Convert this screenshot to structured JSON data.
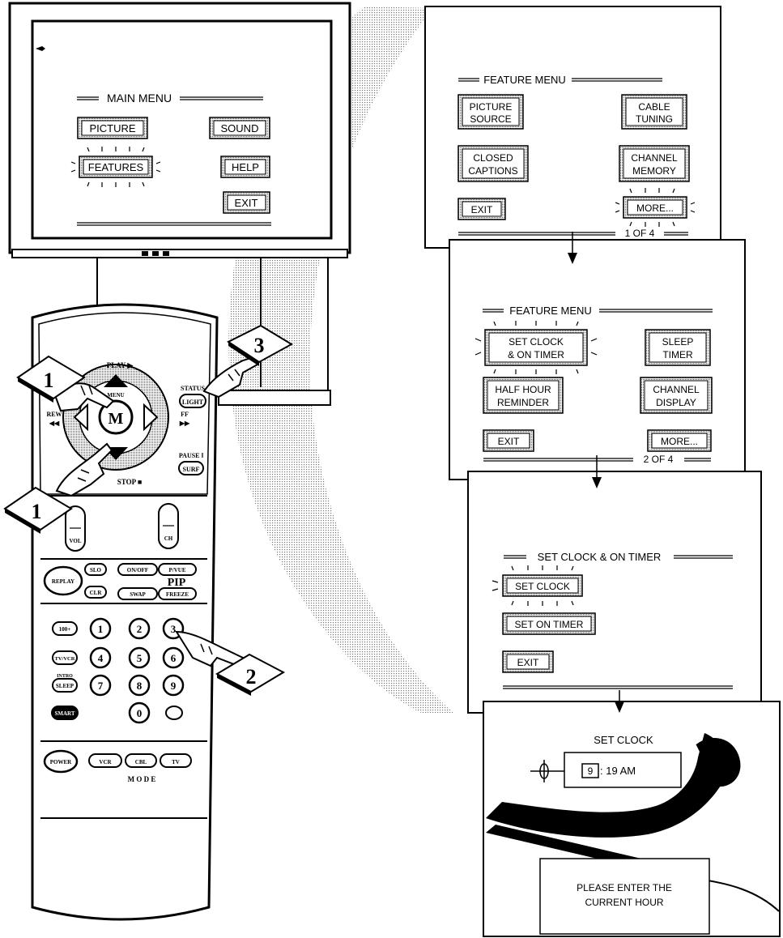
{
  "main_menu": {
    "title": "MAIN MENU",
    "picture": "PICTURE",
    "sound": "SOUND",
    "features": "FEATURES",
    "help": "HELP",
    "exit": "EXIT"
  },
  "feature_menu_1": {
    "title": "FEATURE MENU",
    "picture_source": [
      "PICTURE",
      "SOURCE"
    ],
    "cable_tuning": [
      "CABLE",
      "TUNING"
    ],
    "closed_captions": [
      "CLOSED",
      "CAPTIONS"
    ],
    "channel_memory": [
      "CHANNEL",
      "MEMORY"
    ],
    "exit": "EXIT",
    "more": "MORE...",
    "page": "1 OF 4"
  },
  "feature_menu_2": {
    "title": "FEATURE MENU",
    "set_clock_on_timer": [
      "SET CLOCK",
      "& ON TIMER"
    ],
    "sleep_timer": [
      "SLEEP",
      "TIMER"
    ],
    "half_hour_reminder": [
      "HALF HOUR",
      "REMINDER"
    ],
    "channel_display": [
      "CHANNEL",
      "DISPLAY"
    ],
    "exit": "EXIT",
    "more": "MORE...",
    "page": "2 OF 4"
  },
  "clock_menu": {
    "title": "SET CLOCK & ON TIMER",
    "set_clock": "SET CLOCK",
    "set_on_timer": "SET ON TIMER",
    "exit": "EXIT"
  },
  "clock_screen": {
    "title": "SET CLOCK",
    "hour": "9",
    "time_rest": ": 19 AM",
    "message": [
      "PLEASE ENTER THE",
      "CURRENT HOUR"
    ]
  },
  "steps": {
    "one": "1",
    "two": "2",
    "three": "3"
  },
  "remote": {
    "play": "PLAY ▶",
    "status": "STATUS",
    "light": "LIGHT",
    "rew": "REW",
    "rew_sym": "◀◀",
    "ff": "FF",
    "ff_sym": "▶▶",
    "menu": "MENU",
    "m": "M",
    "pause": "PAUSE ‖",
    "surf": "SURF",
    "stop": "STOP ■",
    "vol": "VOL",
    "ch": "CH",
    "slo": "SLO",
    "replay": "REPLAY",
    "clr": "CLR",
    "onoff": "ON/OFF",
    "pvue": "P/VUE",
    "pip": "PIP",
    "swap": "SWAP",
    "freeze": "FREEZE",
    "btn100": "100+",
    "tvvcr": "TV/VCR",
    "sleep": "SLEEP",
    "intro": "INTRO",
    "smart": "SMART",
    "power": "POWER",
    "vcr": "VCR",
    "cbl": "CBL",
    "tv": "TV",
    "mode": "M  O  D  E",
    "digits": [
      "1",
      "2",
      "3",
      "4",
      "5",
      "6",
      "7",
      "8",
      "9",
      "0"
    ]
  }
}
